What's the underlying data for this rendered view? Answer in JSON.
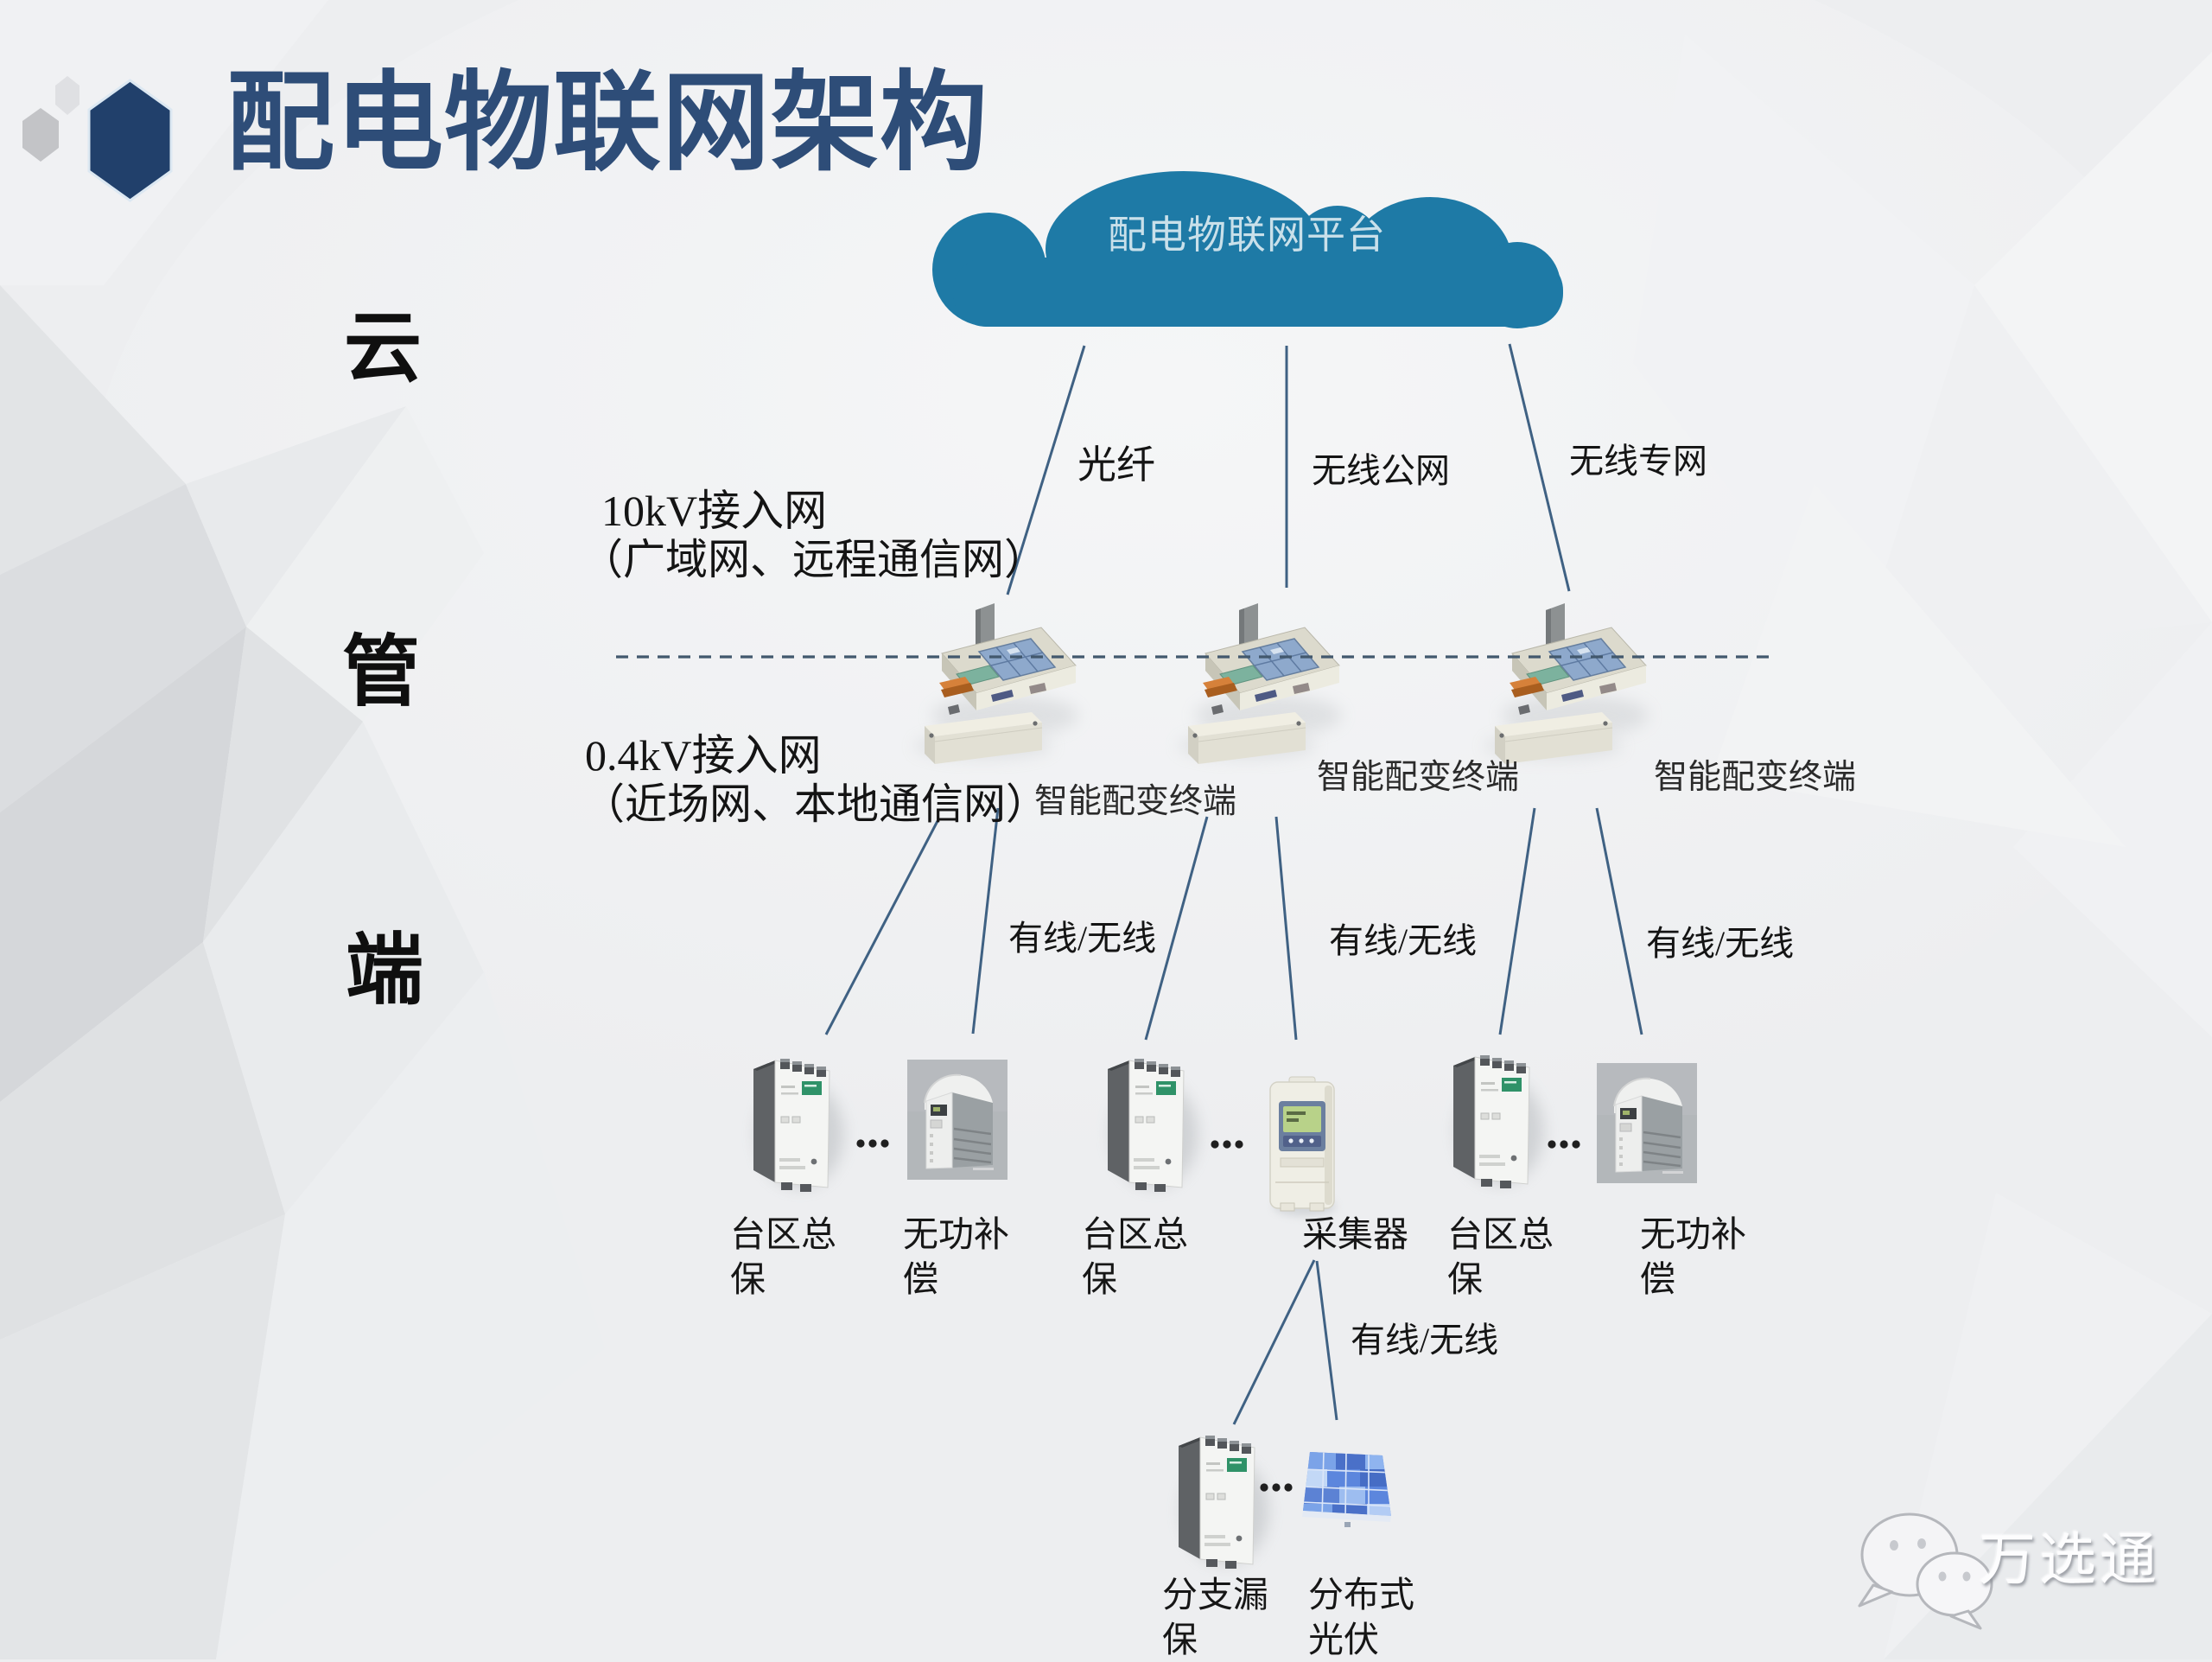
{
  "slide": {
    "title": "配电物联网架构",
    "watermark": "万选通"
  },
  "layers": {
    "cloud": "云",
    "pipe": "管",
    "device": "端"
  },
  "cloud_platform": {
    "label": "配电物联网平台"
  },
  "access_networks": {
    "wan_title": "10kV接入网",
    "wan_sub": "（广域网、远程通信网）",
    "lan_title": "0.4kV接入网",
    "lan_sub": "（近场网、本地通信网）"
  },
  "uplinks": {
    "fiber": "光纤",
    "wireless_public": "无线公网",
    "wireless_private": "无线专网"
  },
  "terminals": [
    {
      "label": "智能配变终端"
    },
    {
      "label": "智能配变终端"
    },
    {
      "label": "智能配变终端"
    }
  ],
  "downlinks": [
    {
      "label": "有线/无线"
    },
    {
      "label": "有线/无线"
    },
    {
      "label": "有线/无线"
    },
    {
      "label": "有线/无线"
    }
  ],
  "end_devices": [
    {
      "label": "台区总\n保"
    },
    {
      "label": "无功补\n偿"
    },
    {
      "label": "台区总\n保"
    },
    {
      "label": "采集器"
    },
    {
      "label": "台区总\n保"
    },
    {
      "label": "无功补\n偿"
    },
    {
      "label": "分支漏\n保"
    },
    {
      "label": "分布式\n光伏"
    }
  ],
  "colors": {
    "cloud": "#1e7aa6",
    "title": "#2e4d78",
    "hexagon": "#21406b",
    "line": "#4a6f94",
    "dash": "#42586d"
  }
}
